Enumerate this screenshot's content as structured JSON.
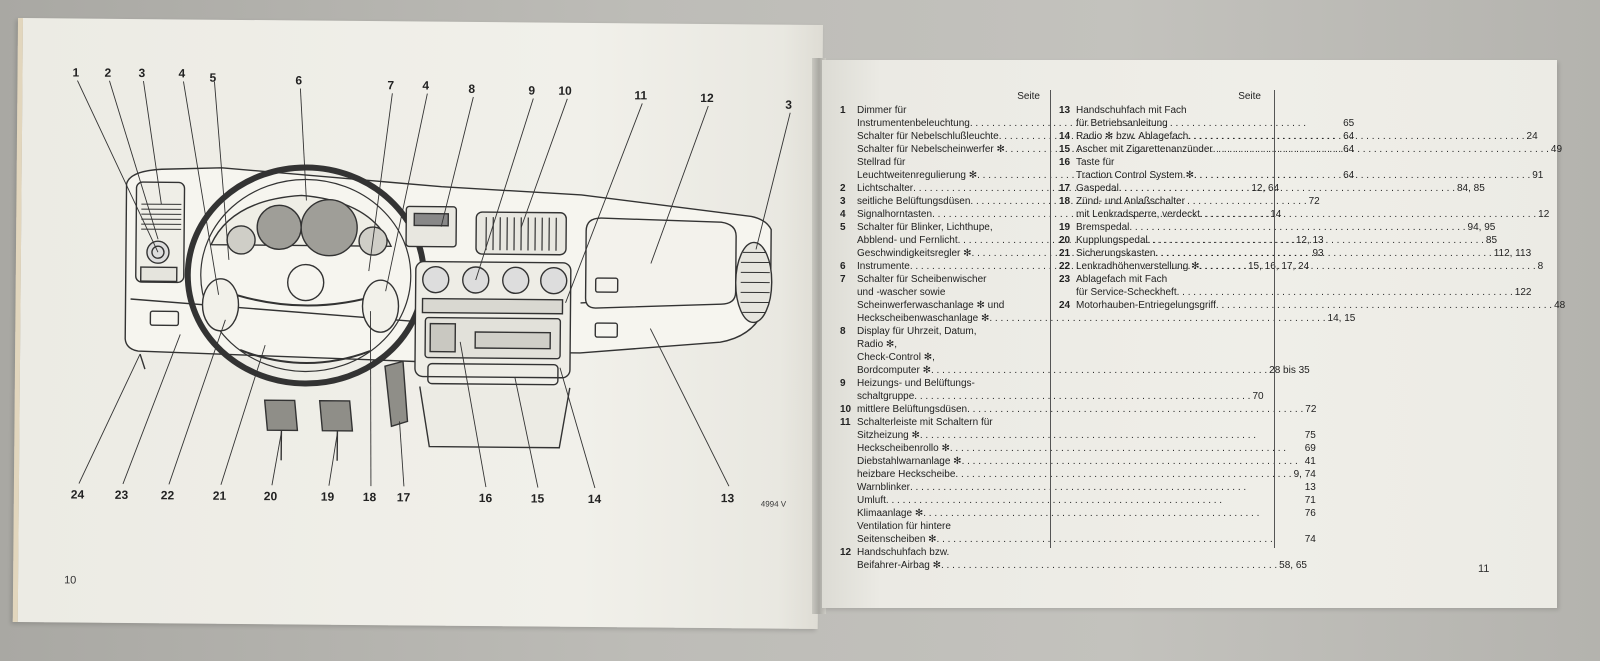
{
  "left_page": {
    "page_number": "10",
    "figure_code": "4994 V",
    "callouts_top": [
      "1",
      "2",
      "3",
      "4",
      "5",
      "6",
      "7",
      "4",
      "8",
      "9",
      "10",
      "11",
      "12",
      "3"
    ],
    "callouts_bottom": [
      "24",
      "23",
      "22",
      "21",
      "20",
      "19",
      "18",
      "17",
      "16",
      "15",
      "14",
      "13"
    ]
  },
  "right_page": {
    "page_number": "11",
    "column_header": "Seite",
    "column_header_2": "Seite",
    "entries_col1": [
      {
        "num": "1",
        "lines": [
          {
            "text": "Dimmer für",
            "page": ""
          },
          {
            "text": "Instrumentenbeleuchtung",
            "page": "65"
          },
          {
            "text": "Schalter für Nebelschlußleuchte",
            "page": "64"
          },
          {
            "text": "Schalter für Nebelscheinwerfer ✻",
            "page": "64"
          },
          {
            "text": "Stellrad für",
            "page": ""
          },
          {
            "text": "Leuchtweitenregulierung ✻",
            "page": "64"
          }
        ]
      },
      {
        "num": "2",
        "lines": [
          {
            "text": "Lichtschalter",
            "page": "12, 64"
          }
        ]
      },
      {
        "num": "3",
        "lines": [
          {
            "text": "seitliche Belüftungsdüsen",
            "page": "72"
          }
        ]
      },
      {
        "num": "4",
        "lines": [
          {
            "text": "Signalhorntasten",
            "page": "14"
          }
        ]
      },
      {
        "num": "5",
        "lines": [
          {
            "text": "Schalter für Blinker, Lichthupe,",
            "page": ""
          },
          {
            "text": "Abblend- und Fernlicht",
            "page": "12, 13"
          },
          {
            "text": "Geschwindigkeitsregler ✻",
            "page": "93"
          }
        ]
      },
      {
        "num": "6",
        "lines": [
          {
            "text": "Instrumente",
            "page": "15, 16, 17, 24"
          }
        ]
      },
      {
        "num": "7",
        "lines": [
          {
            "text": "Schalter für Scheibenwischer",
            "page": ""
          },
          {
            "text": "und -wascher sowie",
            "page": ""
          },
          {
            "text": "Scheinwerferwaschanlage ✻ und",
            "page": ""
          },
          {
            "text": "Heckscheibenwaschanlage ✻",
            "page": "14, 15"
          }
        ]
      },
      {
        "num": "8",
        "lines": [
          {
            "text": "Display für Uhrzeit, Datum,",
            "page": ""
          },
          {
            "text": "Radio ✻,",
            "page": ""
          },
          {
            "text": "Check-Control ✻,",
            "page": ""
          },
          {
            "text": "Bordcomputer ✻",
            "page": "28 bis 35"
          }
        ]
      },
      {
        "num": "9",
        "lines": [
          {
            "text": "Heizungs- und Belüftungs-",
            "page": ""
          },
          {
            "text": "schaltgruppe",
            "page": "70"
          }
        ]
      },
      {
        "num": "10",
        "lines": [
          {
            "text": "mittlere Belüftungsdüsen",
            "page": "72"
          }
        ]
      },
      {
        "num": "11",
        "lines": [
          {
            "text": "Schalterleiste mit Schaltern für",
            "page": ""
          },
          {
            "text": "Sitzheizung ✻",
            "page": "75"
          },
          {
            "text": "Heckscheibenrollo ✻",
            "page": "69"
          },
          {
            "text": "Diebstahlwarnanlage ✻",
            "page": "41"
          },
          {
            "text": "heizbare Heckscheibe",
            "page": "9, 74"
          },
          {
            "text": "Warnblinker",
            "page": "13"
          },
          {
            "text": "Umluft",
            "page": "71"
          },
          {
            "text": "Klimaanlage ✻",
            "page": "76"
          },
          {
            "text": "Ventilation für hintere",
            "page": ""
          },
          {
            "text": "Seitenscheiben ✻",
            "page": "74"
          }
        ]
      },
      {
        "num": "12",
        "lines": [
          {
            "text": "Handschuhfach bzw.",
            "page": ""
          },
          {
            "text": "Beifahrer-Airbag ✻",
            "page": "58, 65"
          }
        ]
      }
    ],
    "entries_col2": [
      {
        "num": "13",
        "lines": [
          {
            "text": "Handschuhfach mit Fach",
            "page": ""
          },
          {
            "text": "für Betriebsanleitung",
            "page": ""
          }
        ]
      },
      {
        "num": "14",
        "lines": [
          {
            "text": "Radio ✻ bzw. Ablagefach",
            "page": "24"
          }
        ]
      },
      {
        "num": "15",
        "lines": [
          {
            "text": "Ascher mit Zigarettenanzünder",
            "page": "49"
          }
        ]
      },
      {
        "num": "16",
        "lines": [
          {
            "text": "Taste für",
            "page": ""
          },
          {
            "text": "Traction Control System ✻",
            "page": "91"
          }
        ]
      },
      {
        "num": "17",
        "lines": [
          {
            "text": "Gaspedal",
            "page": "84, 85"
          }
        ]
      },
      {
        "num": "18",
        "lines": [
          {
            "text": "Zünd- und Anlaßschalter",
            "page": ""
          },
          {
            "text": "mit Lenkradsperre, verdeckt",
            "page": "12"
          }
        ]
      },
      {
        "num": "19",
        "lines": [
          {
            "text": "Bremspedal",
            "page": "94, 95"
          }
        ]
      },
      {
        "num": "20",
        "lines": [
          {
            "text": "Kupplungspedal",
            "page": "85"
          }
        ]
      },
      {
        "num": "21",
        "lines": [
          {
            "text": "Sicherungskasten",
            "page": "112, 113"
          }
        ]
      },
      {
        "num": "22",
        "lines": [
          {
            "text": "Lenkradhöhenverstellung ✻",
            "page": "8"
          }
        ]
      },
      {
        "num": "23",
        "lines": [
          {
            "text": "Ablagefach mit Fach",
            "page": ""
          },
          {
            "text": "für Service-Scheckheft",
            "page": "122"
          }
        ]
      },
      {
        "num": "24",
        "lines": [
          {
            "text": "Motorhauben-Entriegelungsgriff",
            "page": "48"
          }
        ]
      }
    ]
  }
}
